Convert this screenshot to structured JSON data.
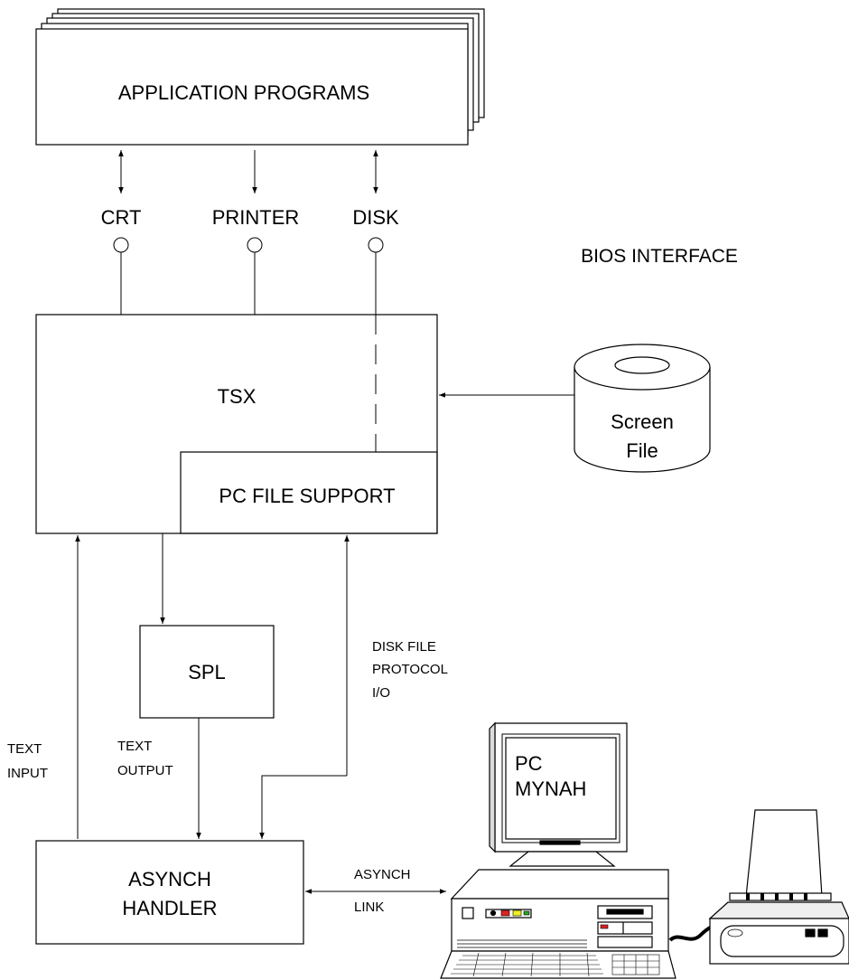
{
  "app_programs": {
    "label": "APPLICATION  PROGRAMS"
  },
  "bios": {
    "crt": "CRT",
    "printer": "PRINTER",
    "disk": "DISK",
    "interface_label": "BIOS  INTERFACE"
  },
  "tsx": {
    "label": "TSX",
    "pc_file_support": "PC  FILE  SUPPORT"
  },
  "screen_file": {
    "line1": "Screen",
    "line2": "File"
  },
  "spl": {
    "label": "SPL"
  },
  "labels": {
    "disk_file_1": "DISK FILE",
    "disk_file_2": "PROTOCOL",
    "disk_file_3": "I/O",
    "text_input_1": "TEXT",
    "text_input_2": "INPUT",
    "text_output_1": "TEXT",
    "text_output_2": "OUTPUT",
    "asynch_link_1": "ASYNCH",
    "asynch_link_2": "LINK"
  },
  "asynch_handler": {
    "line1": "ASYNCH",
    "line2": "HANDLER"
  },
  "pc": {
    "line1": "PC",
    "line2": "MYNAH"
  }
}
